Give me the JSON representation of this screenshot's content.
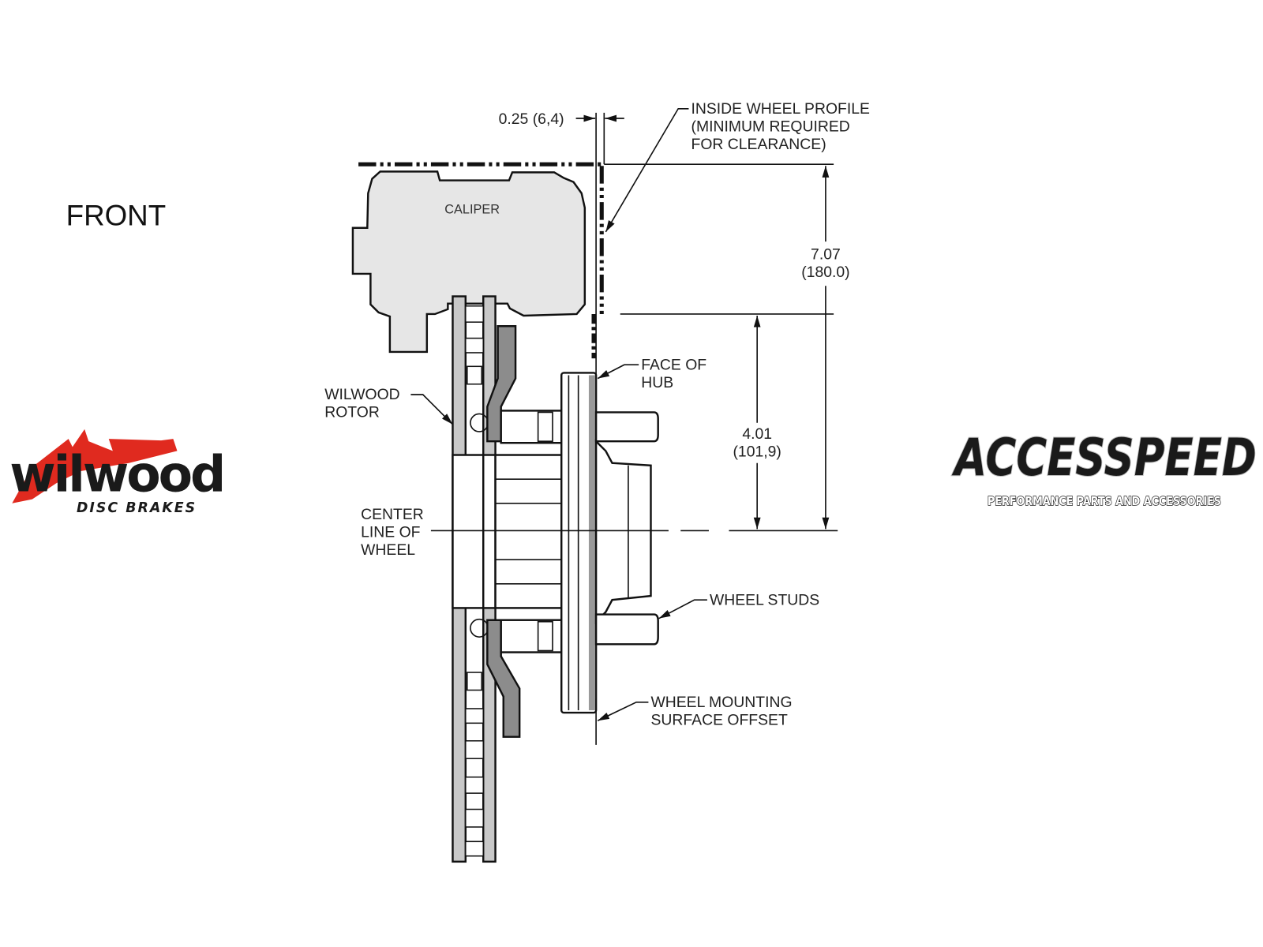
{
  "view_label": "FRONT",
  "parts": {
    "caliper": "CALIPER"
  },
  "callouts": {
    "inside_wheel_profile": [
      "INSIDE WHEEL PROFILE",
      "(MINIMUM REQUIRED",
      "FOR CLEARANCE)"
    ],
    "face_of_hub": [
      "FACE OF",
      "HUB"
    ],
    "wilwood_rotor": [
      "WILWOOD",
      "ROTOR"
    ],
    "center_line": [
      "CENTER",
      "LINE OF",
      "WHEEL"
    ],
    "wheel_studs": "WHEEL STUDS",
    "wheel_mounting": [
      "WHEEL MOUNTING",
      "SURFACE OFFSET"
    ]
  },
  "dimensions": {
    "clearance": "0.25 (6,4)",
    "overall_height": [
      "7.07",
      "(180.0)"
    ],
    "hub_height": [
      "4.01",
      "(101,9)"
    ]
  },
  "logos": {
    "wilwood": {
      "name": "wilwood",
      "tagline": "DISC BRAKES",
      "brush_color": "#e02a1f"
    },
    "accesspeed": {
      "name": "ACCESSPEED",
      "tagline": "PERFORMANCE PARTS AND ACCESSORIES"
    }
  },
  "colors": {
    "caliper_fill": "#e6e6e6",
    "rotor_fill": "#c8c8c8",
    "bracket_fill": "#8c8c8c"
  }
}
